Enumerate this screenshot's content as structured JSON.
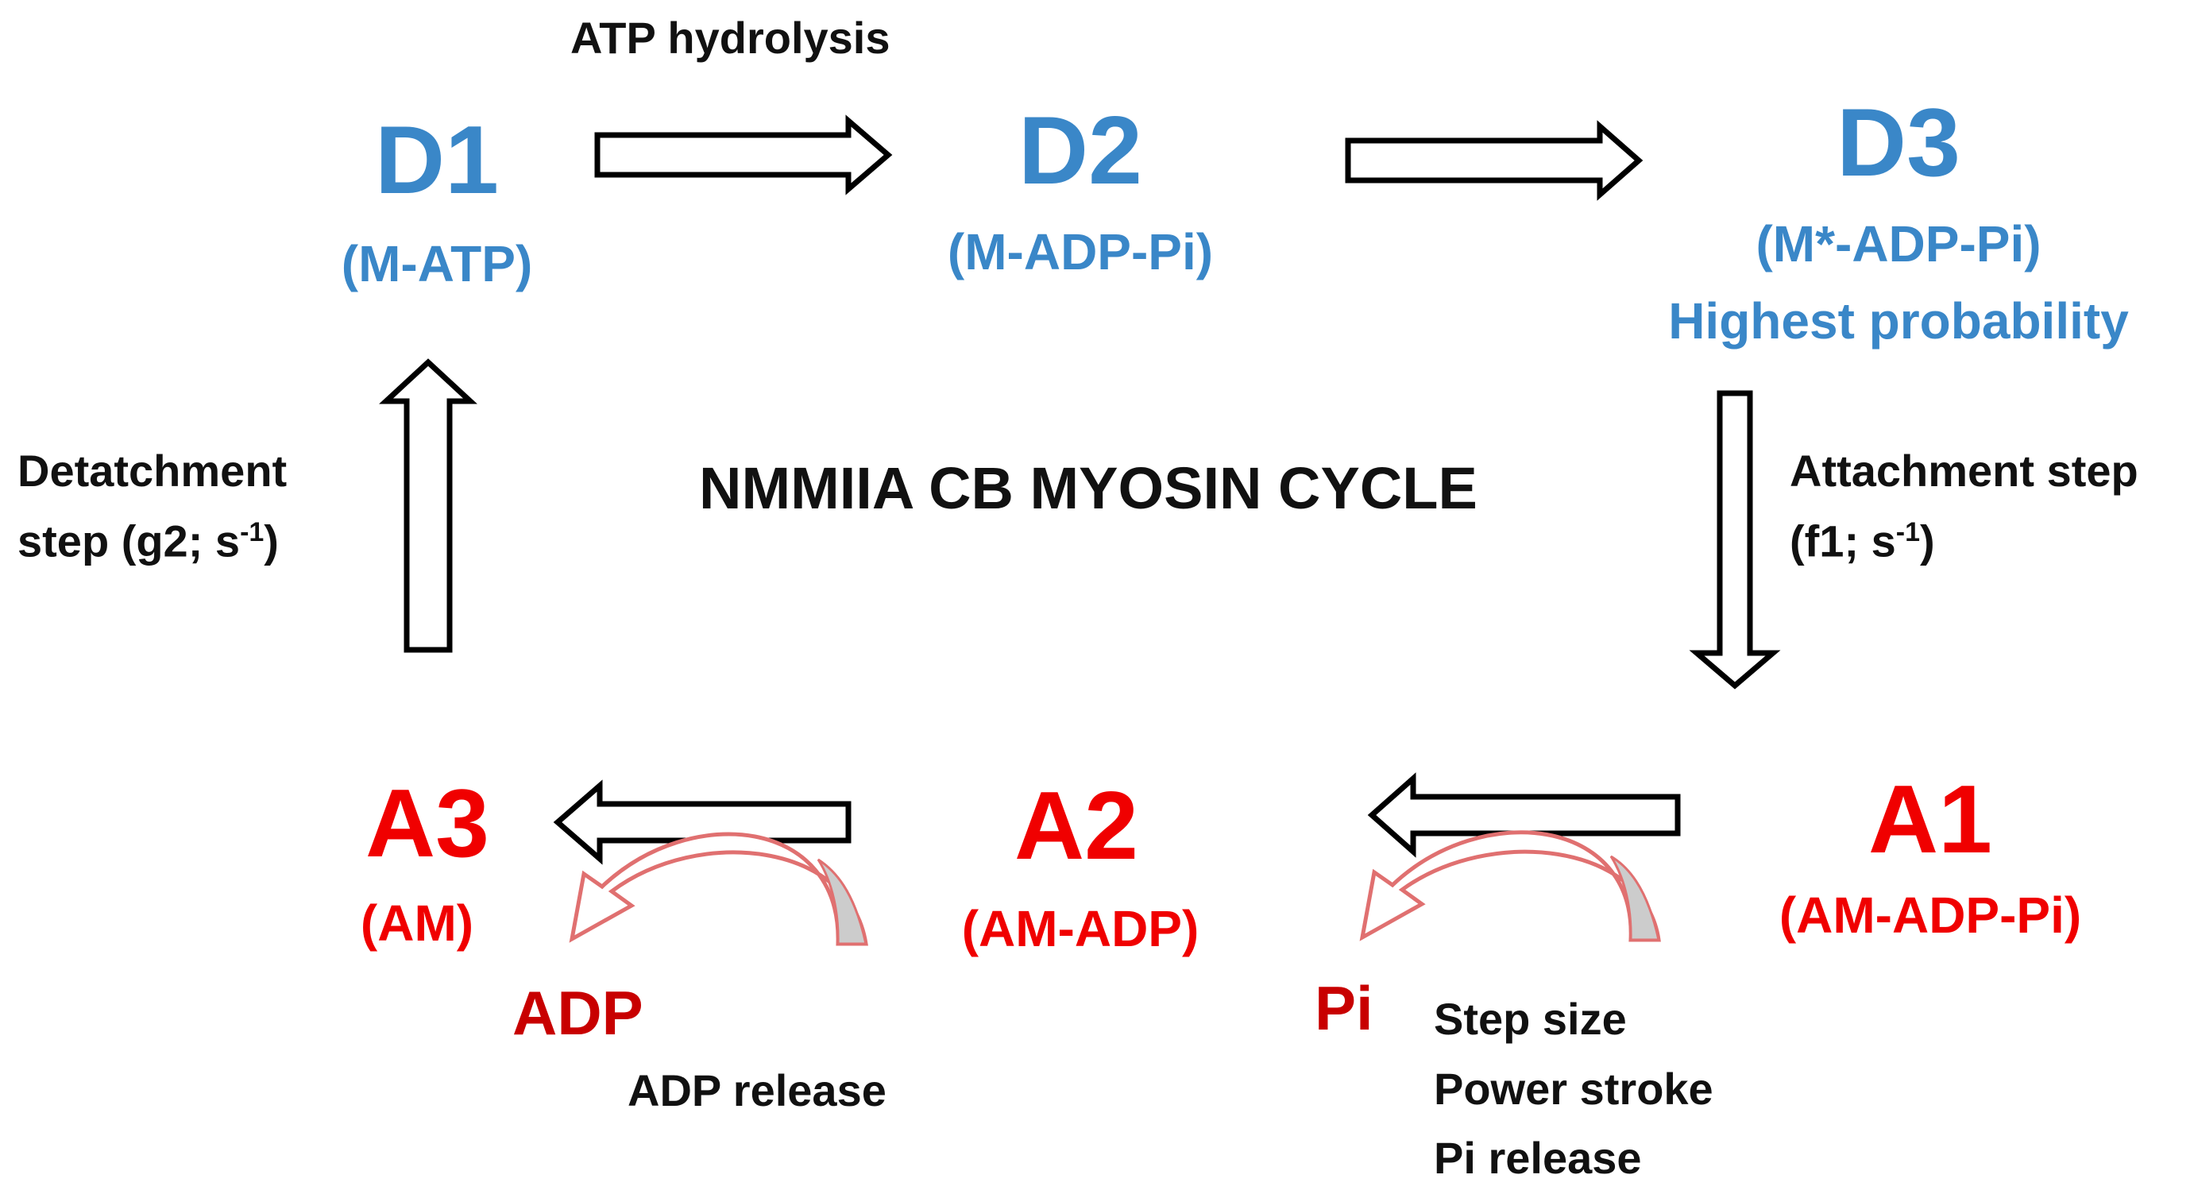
{
  "title": "NMMIIA CB MYOSIN CYCLE",
  "states": {
    "d1": {
      "label": "D1",
      "sub": "(M-ATP)"
    },
    "d2": {
      "label": "D2",
      "sub": "(M-ADP-Pi)"
    },
    "d3": {
      "label": "D3",
      "sub": "(M*-ADP-Pi)",
      "note": "Highest probability"
    },
    "a1": {
      "label": "A1",
      "sub": "(AM-ADP-Pi)"
    },
    "a2": {
      "label": "A2",
      "sub": "(AM-ADP)"
    },
    "a3": {
      "label": "A3",
      "sub": "(AM)"
    }
  },
  "steps": {
    "atp_hydrolysis": "ATP hydrolysis",
    "attachment_line1": "Attachment step",
    "attachment_line2": "(f1; s",
    "attachment_sup": "-1",
    "attachment_close": ")",
    "detachment_line1": "Detatchment",
    "detachment_line2": "step  (g2; s",
    "detachment_sup": "-1",
    "detachment_close": ")",
    "adp_release": "ADP release",
    "power_stroke": [
      "Step size",
      "Power stroke",
      "Pi release"
    ]
  },
  "products": {
    "adp": "ADP",
    "pi": "Pi"
  },
  "colors": {
    "detached": "#3a87c8",
    "attached": "#f00000",
    "product": "#c80000",
    "text": "#111111",
    "curved_arrow": "#e07070"
  }
}
